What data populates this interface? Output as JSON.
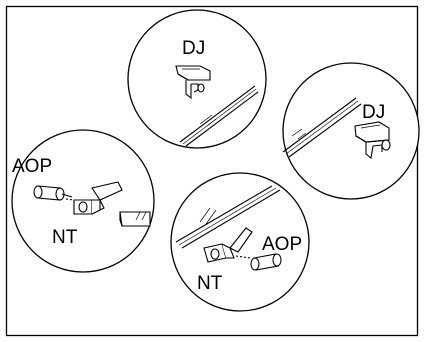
{
  "diagram": {
    "labels": {
      "dj_top": "DJ",
      "dj_right": "DJ",
      "aop_left": "AOP",
      "nt_left": "NT",
      "aop_bottom": "AOP",
      "nt_bottom": "NT"
    }
  }
}
